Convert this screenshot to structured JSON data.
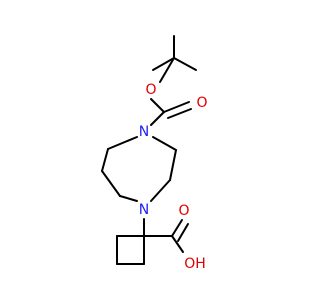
{
  "molecule": {
    "atoms": {
      "o_ester": "O",
      "o_carbonyl": "O",
      "n_top": "N",
      "n_bottom": "N",
      "oh_acid": "OH",
      "o_acid": "O"
    },
    "colors": {
      "bond": "#000000",
      "oxygen": "#e00000",
      "nitrogen": "#2020ff"
    }
  }
}
